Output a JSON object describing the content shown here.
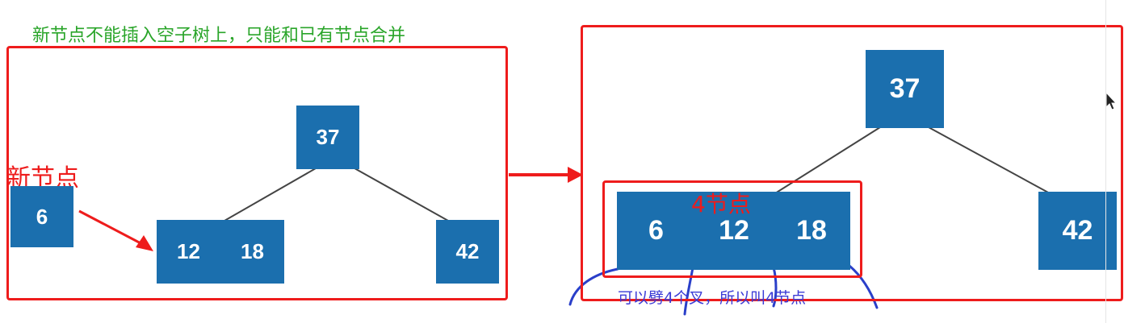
{
  "left_panel": {
    "title": "新节点不能插入空子树上，只能和已有节点合并",
    "new_node_label": "新节点",
    "nodes": {
      "root": "37",
      "new": "6",
      "left_a": "12",
      "left_b": "18",
      "right": "42"
    }
  },
  "right_panel": {
    "nodes": {
      "root": "37",
      "a": "6",
      "b": "12",
      "c": "18",
      "right": "42"
    },
    "four_node_label": "4节点",
    "annotation": "可以劈4个叉，所以叫4节点"
  },
  "colors": {
    "node": "#1b6fae",
    "frame": "#ee1c1c",
    "title": "#2aa52a",
    "annotation": "#3b3bd6"
  }
}
